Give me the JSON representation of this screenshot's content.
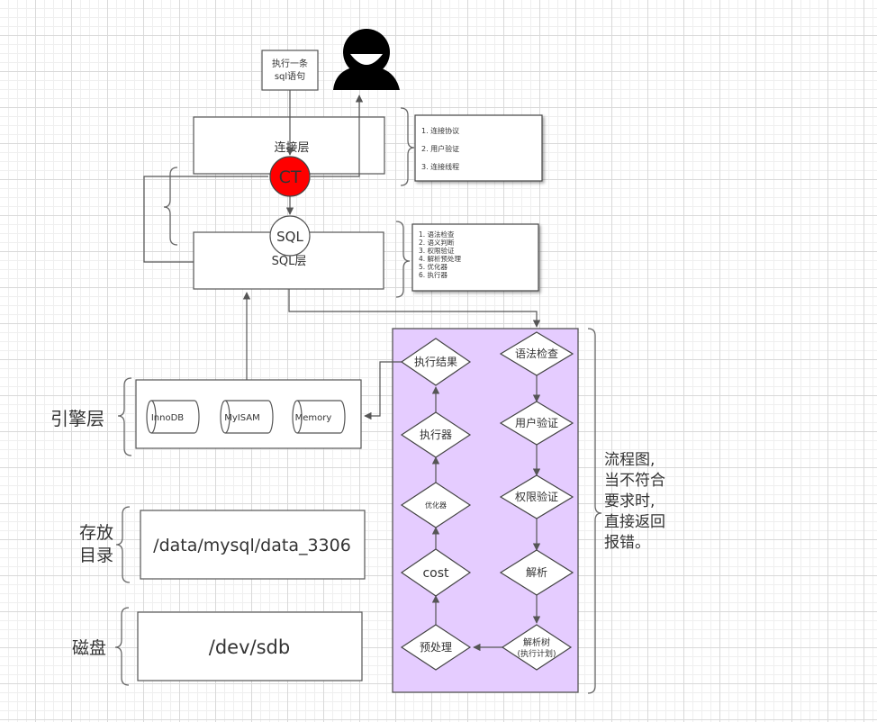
{
  "top": {
    "exec_note_line1": "执行一条",
    "exec_note_line2": "sql语句"
  },
  "connection_layer": {
    "label": "连接层",
    "ct_label": "CT",
    "notes": [
      "1. 连接协议",
      "2. 用户验证",
      "3. 连接线程"
    ]
  },
  "sql_layer": {
    "label": "SQL层",
    "sql_label": "SQL",
    "notes": [
      "1. 语法检查",
      "2. 语义判断",
      "3. 权限验证",
      "4. 解析预处理",
      "5. 优化器",
      "6. 执行器"
    ]
  },
  "engine_layer": {
    "label": "引擎层",
    "engines": [
      "InnoDB",
      "MyISAM",
      "Memory"
    ]
  },
  "storage": {
    "label_line1": "存放",
    "label_line2": "目录",
    "path": "/data/mysql/data_3306"
  },
  "disk": {
    "label": "磁盘",
    "device": "/dev/sdb"
  },
  "flowchart": {
    "right_column": [
      "语法检查",
      "用户验证",
      "权限验证",
      "解析"
    ],
    "parse_tree_line1": "解析树",
    "parse_tree_line2": "(执行计划)",
    "left_column": [
      "预处理",
      "cost",
      "优化器",
      "执行器",
      "执行结果"
    ],
    "note_lines": [
      "流程图,",
      "当不符合",
      "要求时,",
      "直接返回",
      "报错。"
    ]
  },
  "colors": {
    "ct_fill": "#ff0000",
    "flow_fill": "#e5ccff",
    "flow_stroke": "#555555"
  }
}
